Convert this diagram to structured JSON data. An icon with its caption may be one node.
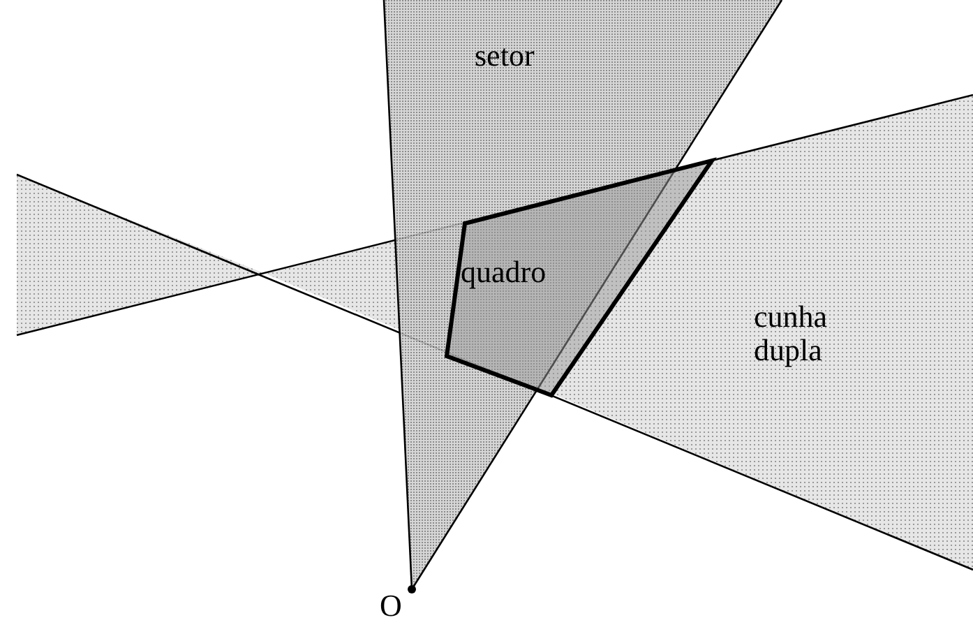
{
  "diagram": {
    "labels": [
      "setor",
      "quadro",
      "cunha dupla",
      "O"
    ]
  }
}
